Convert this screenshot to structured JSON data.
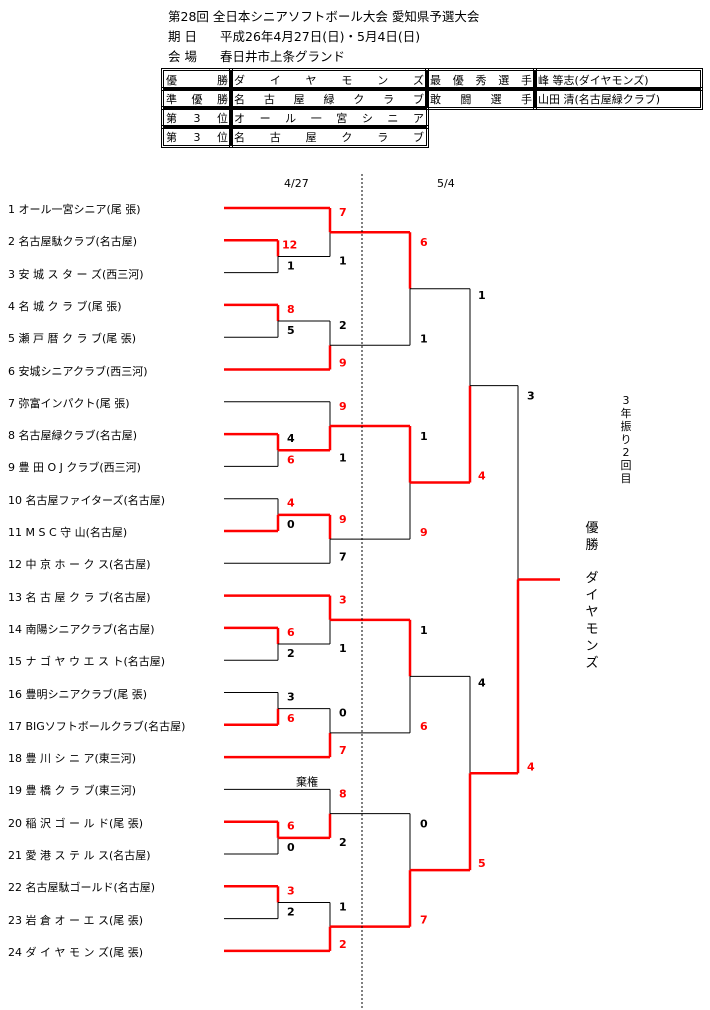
{
  "header": {
    "title": "第28回 全日本シニアソフトボール大会 愛知県予選大会",
    "period_label": "期 日",
    "period": "平成26年4月27日(日)・5月4日(日)",
    "venue_label": "会 場",
    "venue": "春日井市上条グランド"
  },
  "results": [
    {
      "label": "優勝",
      "team": "ダイヤモンズ",
      "award": "最優秀選手",
      "player": "峰 等志(ダイヤモンズ)"
    },
    {
      "label": "準優勝",
      "team": "名古屋緑クラブ",
      "award": "敢闘選手",
      "player": "山田 清(名古屋緑クラブ)"
    },
    {
      "label": "第3位",
      "team": "オール一宮シニア",
      "award": "",
      "player": ""
    },
    {
      "label": "第3位",
      "team": "名古屋クラブ",
      "award": "",
      "player": ""
    }
  ],
  "dates": {
    "round1": "4/27",
    "round2": "5/4"
  },
  "teams": [
    "1 オール一宮シニア(尾 張)",
    "2 名古屋駄クラブ(名古屋)",
    "3 安 城 ス タ ー ズ(西三河)",
    "4 名 城 ク ラ ブ(尾 張)",
    "5 瀬 戸 暦 ク ラ ブ(尾 張)",
    "6 安城シニアクラブ(西三河)",
    "7 弥富インパクト(尾 張)",
    "8 名古屋緑クラブ(名古屋)",
    "9 豊 田 O J クラブ(西三河)",
    "10 名古屋ファイターズ(名古屋)",
    "11 M S C 守 山(名古屋)",
    "12 中 京 ホ ー ク ス(名古屋)",
    "13 名 古 屋 ク ラ ブ(名古屋)",
    "14 南陽シニアクラブ(名古屋)",
    "15 ナ ゴ ヤ ウ エ ス ト(名古屋)",
    "16 豊明シニアクラブ(尾 張)",
    "17 BIGソフトボールクラブ(名古屋)",
    "18 豊 川 シ ニ ア(東三河)",
    "19 豊 橋 ク ラ ブ(東三河)",
    "20 稲 沢 ゴ ー ル ド(尾 張)",
    "21 愛 港 ス テ ル ス(名古屋)",
    "22 名古屋駄ゴールド(名古屋)",
    "23 岩 倉 オ ー エ ス(尾 張)",
    "24 ダ イ ヤ モ ン ズ(尾 張)"
  ],
  "scores": [
    {
      "text": "12",
      "win": true
    },
    {
      "text": "1",
      "win": false
    },
    {
      "text": "7",
      "win": true
    },
    {
      "text": "1",
      "win": false
    },
    {
      "text": "8",
      "win": true
    },
    {
      "text": "5",
      "win": false
    },
    {
      "text": "2",
      "win": false
    },
    {
      "text": "9",
      "win": true
    },
    {
      "text": "6",
      "win": true
    },
    {
      "text": "1",
      "win": false
    },
    {
      "text": "4",
      "win": false
    },
    {
      "text": "6",
      "win": true
    },
    {
      "text": "9",
      "win": true
    },
    {
      "text": "1",
      "win": false
    },
    {
      "text": "4",
      "win": true
    },
    {
      "text": "0",
      "win": false
    },
    {
      "text": "9",
      "win": true
    },
    {
      "text": "7",
      "win": false
    },
    {
      "text": "1",
      "win": false
    },
    {
      "text": "9",
      "win": true
    },
    {
      "text": "1",
      "win": false
    },
    {
      "text": "4",
      "win": true
    },
    {
      "text": "6",
      "win": true
    },
    {
      "text": "2",
      "win": false
    },
    {
      "text": "3",
      "win": true
    },
    {
      "text": "1",
      "win": false
    },
    {
      "text": "3",
      "win": false
    },
    {
      "text": "6",
      "win": true
    },
    {
      "text": "0",
      "win": false
    },
    {
      "text": "7",
      "win": true
    },
    {
      "text": "1",
      "win": false
    },
    {
      "text": "6",
      "win": true
    },
    {
      "text": "6",
      "win": true
    },
    {
      "text": "0",
      "win": false
    },
    {
      "text": "8",
      "win": true
    },
    {
      "text": "2",
      "win": false
    },
    {
      "text": "3",
      "win": true
    },
    {
      "text": "2",
      "win": false
    },
    {
      "text": "1",
      "win": false
    },
    {
      "text": "2",
      "win": true
    },
    {
      "text": "0",
      "win": false
    },
    {
      "text": "7",
      "win": true
    },
    {
      "text": "4",
      "win": false
    },
    {
      "text": "5",
      "win": true
    },
    {
      "text": "3",
      "win": false
    },
    {
      "text": "4",
      "win": true
    }
  ],
  "forfeit": "棄権",
  "champion_label": "優勝",
  "champion_team": "ダイヤモンズ",
  "note": "3年振り2回目",
  "colors": {
    "win": "#ff0000",
    "lose": "#000000"
  }
}
